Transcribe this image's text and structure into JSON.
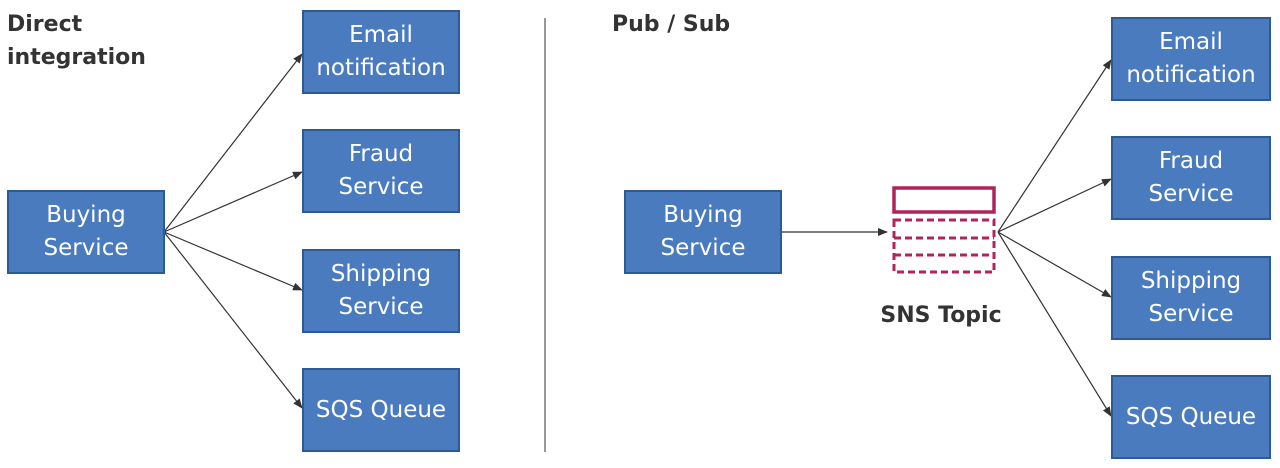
{
  "left": {
    "heading": "Direct\nintegration",
    "source": "Buying\nService",
    "targets": [
      "Email\nnotification",
      "Fraud\nService",
      "Shipping\nService",
      "SQS Queue"
    ]
  },
  "right": {
    "heading": "Pub / Sub",
    "source": "Buying\nService",
    "topic_label": "SNS Topic",
    "targets": [
      "Email\nnotification",
      "Fraud\nService",
      "Shipping\nService",
      "SQS Queue"
    ]
  },
  "colors": {
    "box_fill": "#4a7bbf",
    "box_border": "#2e5a93",
    "sns_icon": "#b0245c",
    "arrow": "#333333"
  },
  "icons": {
    "sns_topic": "sns-topic-icon"
  }
}
